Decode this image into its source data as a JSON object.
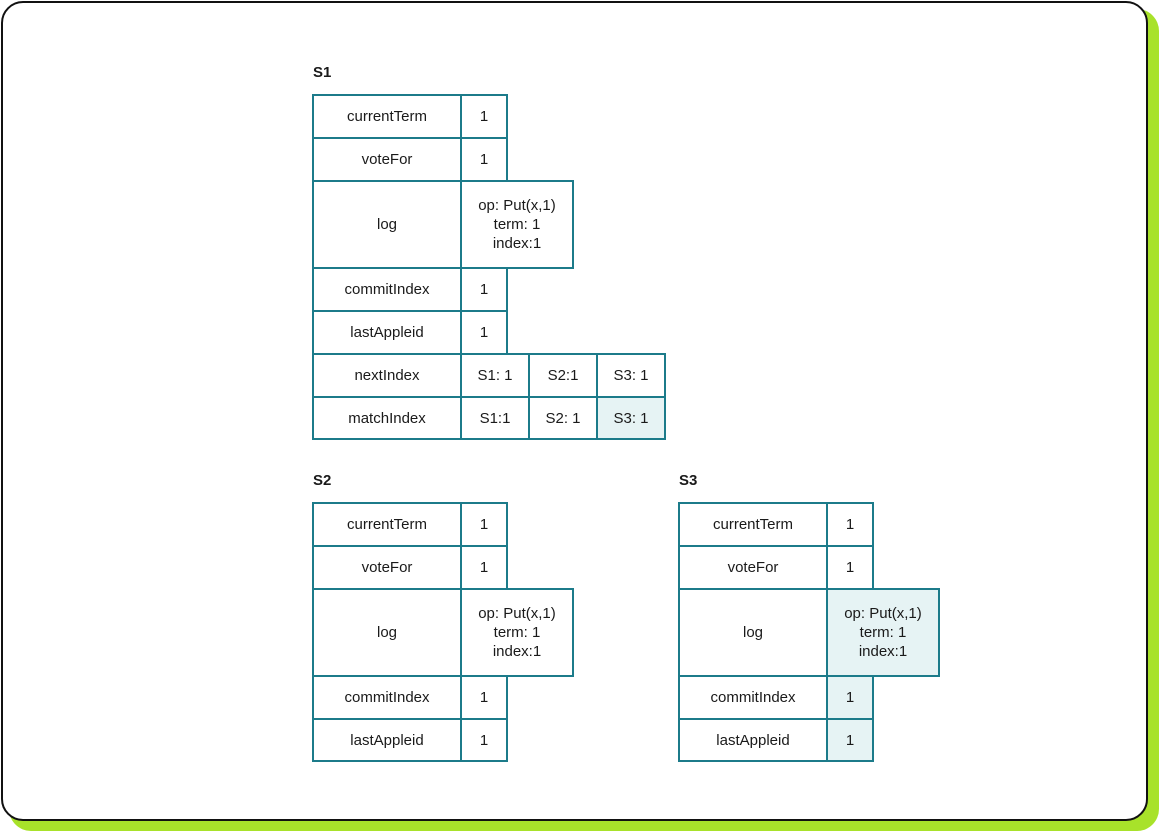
{
  "servers": [
    {
      "name": "S1",
      "rows": {
        "currentTerm": {
          "label": "currentTerm",
          "values": [
            "1"
          ]
        },
        "voteFor": {
          "label": "voteFor",
          "values": [
            "1"
          ]
        },
        "log": {
          "label": "log",
          "op": "op: Put(x,1)",
          "term": "term: 1",
          "index": "index:1"
        },
        "commitIndex": {
          "label": "commitIndex",
          "values": [
            "1"
          ]
        },
        "lastApplied": {
          "label": "lastAppleid",
          "values": [
            "1"
          ]
        },
        "nextIndex": {
          "label": "nextIndex",
          "values": [
            "S1: 1",
            "S2:1",
            "S3: 1"
          ]
        },
        "matchIndex": {
          "label": "matchIndex",
          "values": [
            "S1:1",
            "S2: 1",
            "S3: 1"
          ]
        }
      }
    },
    {
      "name": "S2",
      "rows": {
        "currentTerm": {
          "label": "currentTerm",
          "values": [
            "1"
          ]
        },
        "voteFor": {
          "label": "voteFor",
          "values": [
            "1"
          ]
        },
        "log": {
          "label": "log",
          "op": "op: Put(x,1)",
          "term": "term: 1",
          "index": "index:1"
        },
        "commitIndex": {
          "label": "commitIndex",
          "values": [
            "1"
          ]
        },
        "lastApplied": {
          "label": "lastAppleid",
          "values": [
            "1"
          ]
        }
      }
    },
    {
      "name": "S3",
      "rows": {
        "currentTerm": {
          "label": "currentTerm",
          "values": [
            "1"
          ]
        },
        "voteFor": {
          "label": "voteFor",
          "values": [
            "1"
          ]
        },
        "log": {
          "label": "log",
          "op": "op: Put(x,1)",
          "term": "term: 1",
          "index": "index:1"
        },
        "commitIndex": {
          "label": "commitIndex",
          "values": [
            "1"
          ]
        },
        "lastApplied": {
          "label": "lastAppleid",
          "values": [
            "1"
          ]
        }
      }
    }
  ],
  "colors": {
    "border": "#1c7b8a",
    "highlight": "#e6f3f4",
    "accent_shadow": "#a8e22a"
  }
}
